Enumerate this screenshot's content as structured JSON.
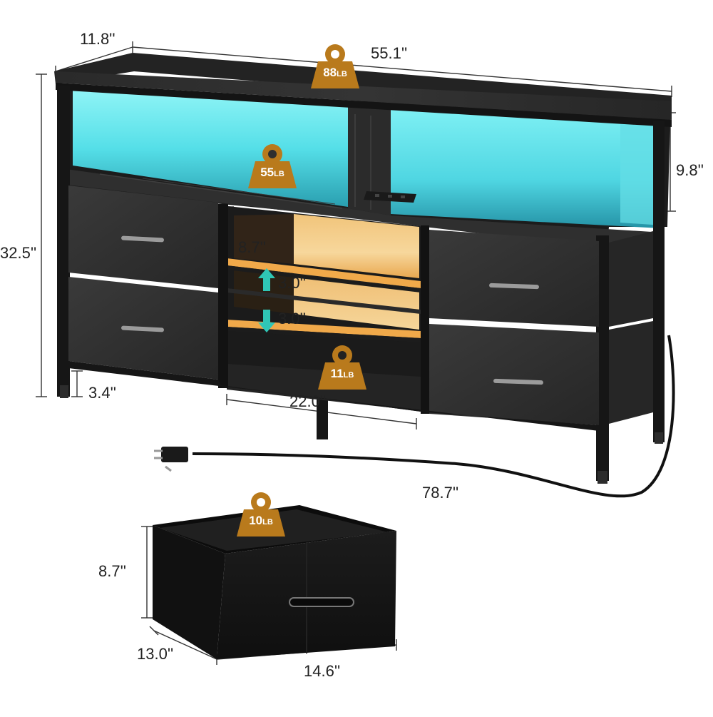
{
  "dimensions": {
    "depth": "11.8''",
    "width": "55.1''",
    "top_shelf_height": "9.8''",
    "total_height": "32.5''",
    "open_cubby_height": "8.7''",
    "shelf_adjust_up": "3.0''",
    "shelf_adjust_down": "3.0''",
    "leg_clearance": "3.4''",
    "cubby_width": "22.0''",
    "cord_length": "78.7''",
    "bin_height": "8.7''",
    "bin_depth": "13.0''",
    "bin_width": "14.6''"
  },
  "weight_capacities": {
    "top": {
      "value": "88",
      "unit": "LB"
    },
    "shelf": {
      "value": "55",
      "unit": "LB"
    },
    "cubby": {
      "value": "11",
      "unit": "LB"
    },
    "bin": {
      "value": "10",
      "unit": "LB"
    }
  },
  "colors": {
    "wood_dark": "#2c2c2c",
    "frame": "#1d1d1d",
    "led_glow": "#5fe8ee",
    "warm_glow": "#f6a64a",
    "weight_badge": "#b97a1c",
    "arrow": "#2fc6b6"
  }
}
